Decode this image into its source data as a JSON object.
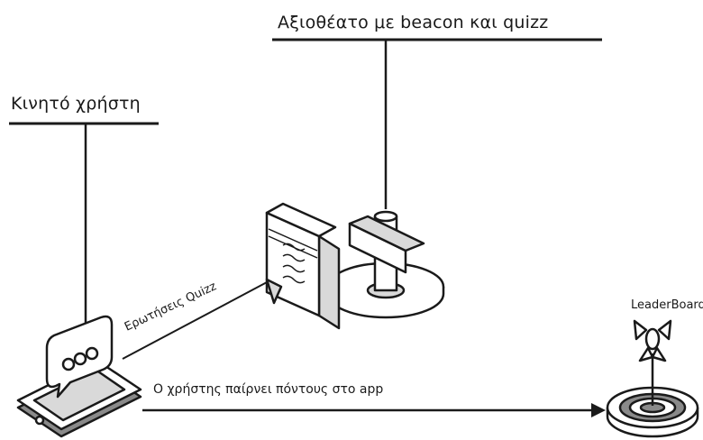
{
  "labels": {
    "landmark": "Αξιοθέατο με beacon και quizz",
    "phone": "Κινητό χρήστη",
    "leaderboard": "LeaderBoard",
    "points": "Ο χρήστης παίρνει πόντους στο app",
    "quiz": "Ερωτήσεις Quizz"
  },
  "colors": {
    "ink": "#1a1a1a",
    "fill_white": "#ffffff",
    "fill_grey": "#d9d9d9",
    "fill_dark": "#8a8a8a"
  },
  "icons": [
    "smartphone-chat-icon",
    "quiz-document-icon",
    "beacon-signpost-icon",
    "leaderboard-target-icon"
  ]
}
